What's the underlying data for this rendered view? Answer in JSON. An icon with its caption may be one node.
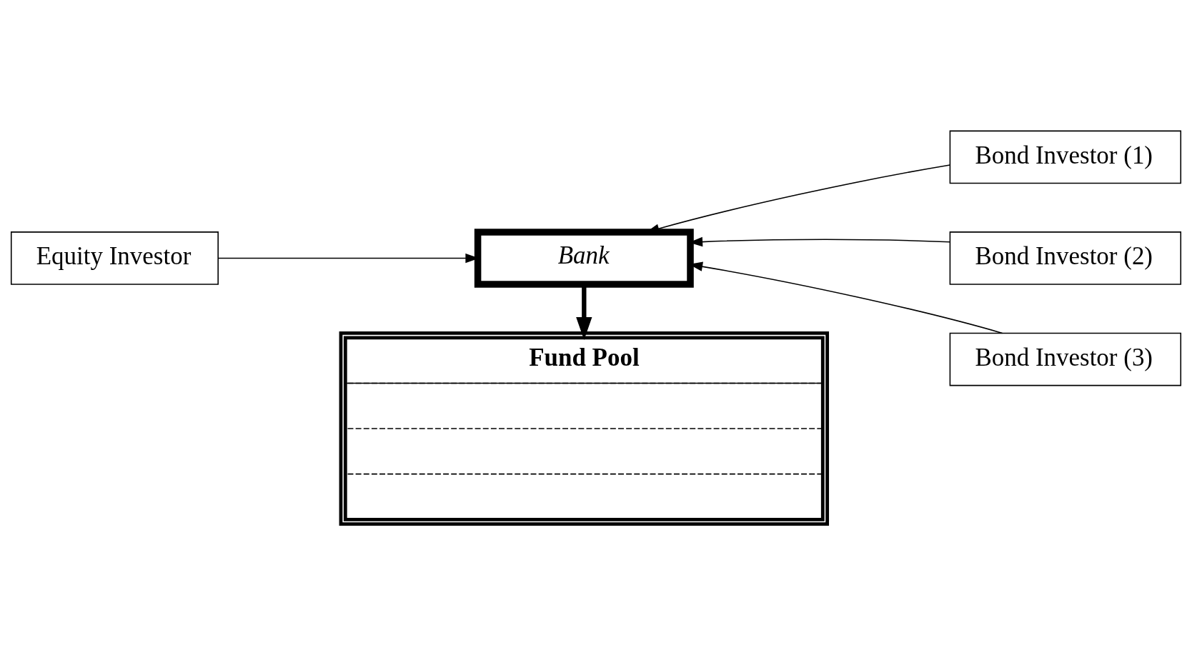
{
  "diagram": {
    "nodes": [
      {
        "text": [
          "Equity Investor"
        ]
      },
      {
        "text": [
          "Bank"
        ]
      },
      {
        "text": [
          "Bond Investor (1)"
        ]
      },
      {
        "text": [
          "Bond Investor (2)"
        ]
      },
      {
        "text": [
          "Bond Investor (3)"
        ]
      },
      {
        "text": [
          "Fund Pool"
        ]
      }
    ],
    "edges": [
      {
        "from": 0,
        "to": 1,
        "arrow": "to"
      },
      {
        "from": 2,
        "to": 1,
        "arrow": "to"
      },
      {
        "from": 3,
        "to": 1,
        "arrow": "to"
      },
      {
        "from": 4,
        "to": 1,
        "arrow": "to"
      },
      {
        "from": 1,
        "to": 5,
        "arrow": "to",
        "style": "thick"
      }
    ]
  }
}
